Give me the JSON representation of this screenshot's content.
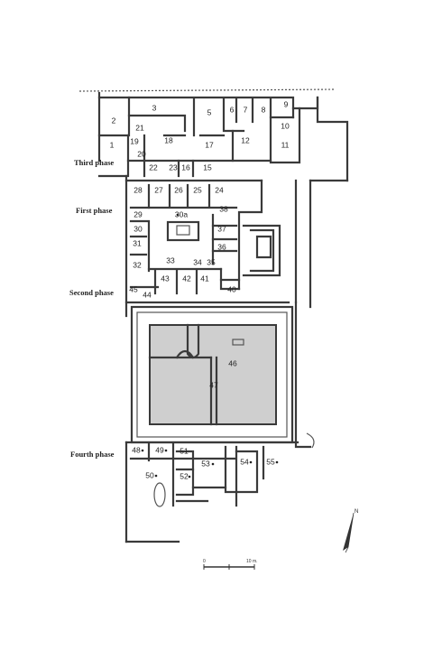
{
  "phases": [
    {
      "label": "Third phase"
    },
    {
      "label": "First phase"
    },
    {
      "label": "Second phase"
    },
    {
      "label": "Fourth phase"
    }
  ],
  "rooms": [
    {
      "n": "1"
    },
    {
      "n": "2"
    },
    {
      "n": "3"
    },
    {
      "n": "5"
    },
    {
      "n": "6"
    },
    {
      "n": "7"
    },
    {
      "n": "8"
    },
    {
      "n": "9"
    },
    {
      "n": "10"
    },
    {
      "n": "11"
    },
    {
      "n": "12"
    },
    {
      "n": "15"
    },
    {
      "n": "16"
    },
    {
      "n": "17"
    },
    {
      "n": "18"
    },
    {
      "n": "19"
    },
    {
      "n": "20"
    },
    {
      "n": "21"
    },
    {
      "n": "22"
    },
    {
      "n": "23"
    },
    {
      "n": "24"
    },
    {
      "n": "25"
    },
    {
      "n": "26"
    },
    {
      "n": "27"
    },
    {
      "n": "28"
    },
    {
      "n": "29"
    },
    {
      "n": "30"
    },
    {
      "n": "30a"
    },
    {
      "n": "31"
    },
    {
      "n": "32"
    },
    {
      "n": "33"
    },
    {
      "n": "34"
    },
    {
      "n": "35"
    },
    {
      "n": "36"
    },
    {
      "n": "37"
    },
    {
      "n": "38"
    },
    {
      "n": "40"
    },
    {
      "n": "41"
    },
    {
      "n": "42"
    },
    {
      "n": "43"
    },
    {
      "n": "44"
    },
    {
      "n": "45"
    },
    {
      "n": "46"
    },
    {
      "n": "47"
    },
    {
      "n": "48"
    },
    {
      "n": "49"
    },
    {
      "n": "50"
    },
    {
      "n": "51"
    },
    {
      "n": "52"
    },
    {
      "n": "53"
    },
    {
      "n": "54"
    },
    {
      "n": "55"
    }
  ],
  "scale": {
    "start": "0",
    "end": "10 m."
  },
  "north_label": "N",
  "colors": {
    "wall": "#3a3a3a",
    "pool": "#cfcfcf",
    "paper": "#ffffff"
  }
}
